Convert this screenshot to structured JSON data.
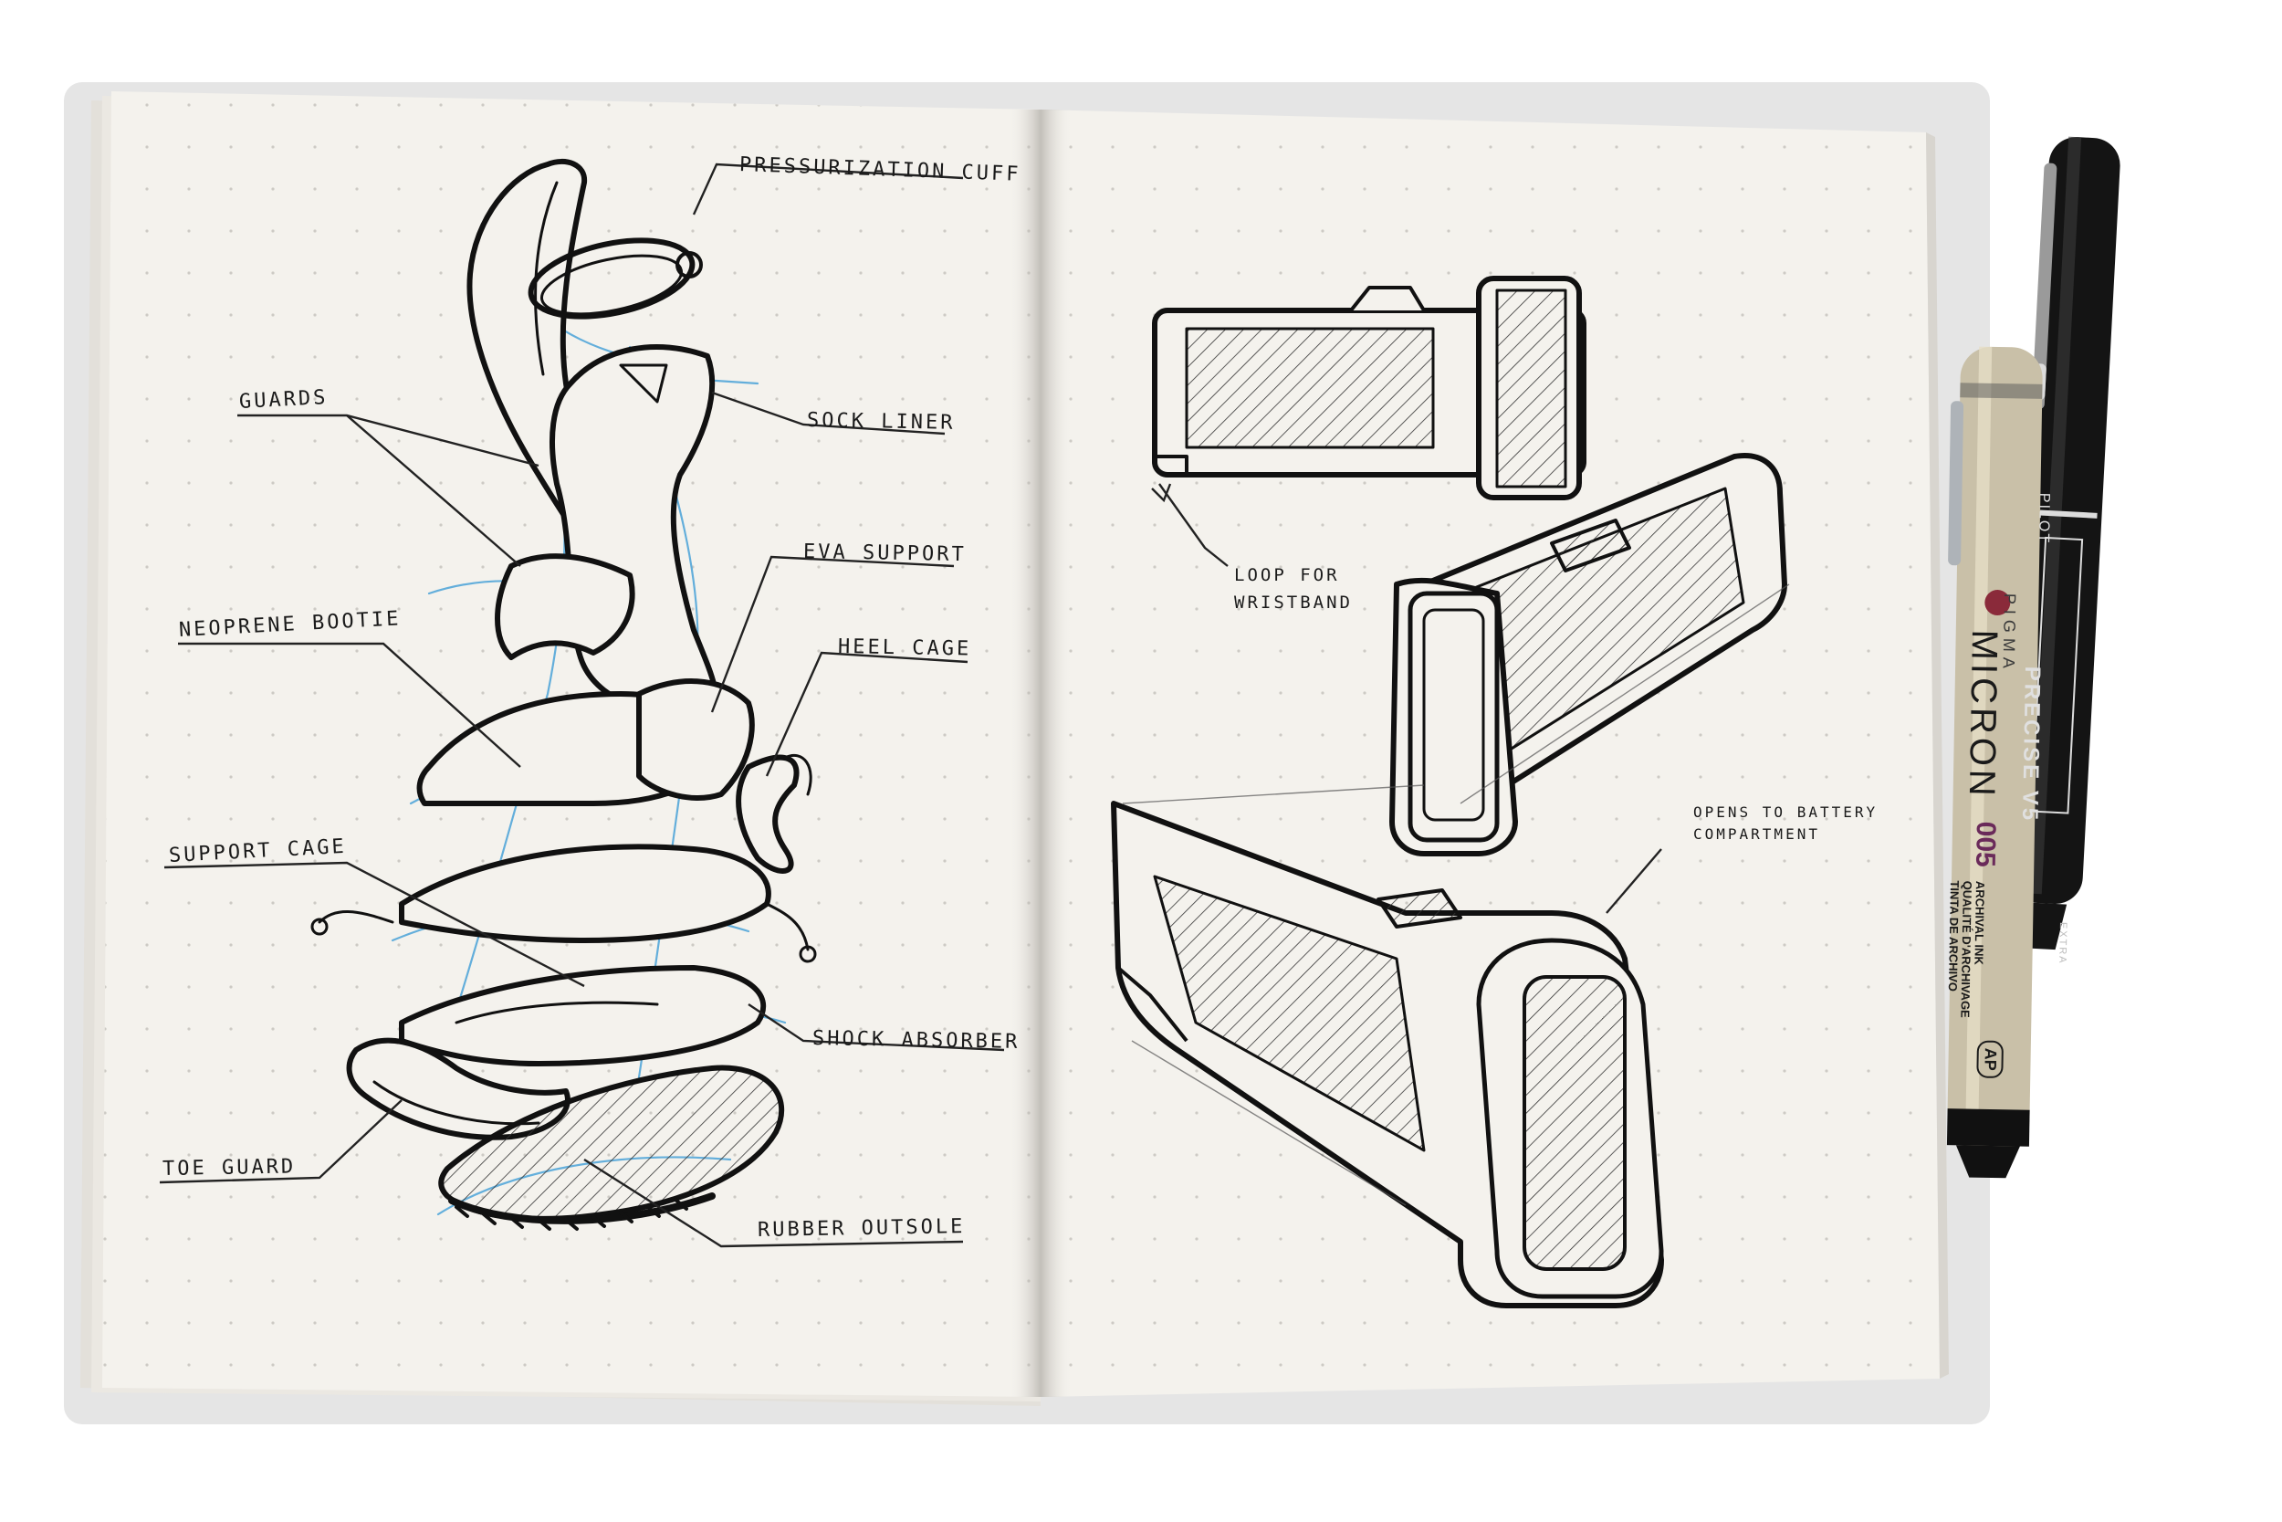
{
  "left_page": {
    "title": "",
    "labels": {
      "pressurization_cuff": "PRESSURIZATION CUFF",
      "guards": "GUARDS",
      "sock_liner": "SOCK LINER",
      "eva_support": "EVA SUPPORT",
      "neoprene_bootie": "NEOPRENE BOOTIE",
      "heel_cage": "HEEL CAGE",
      "support_cage": "SUPPORT CAGE",
      "shock_absorber": "SHOCK ABSORBER",
      "toe_guard": "TOE GUARD",
      "rubber_outsole": "RUBBER OUTSOLE"
    }
  },
  "right_page": {
    "notes": {
      "loop_line1": "LOOP FOR",
      "loop_line2": "WRISTBAND",
      "battery_line1": "OPENS TO BATTERY",
      "battery_line2": "COMPARTMENT"
    }
  },
  "pens": {
    "micron": {
      "brand": "PIGMA",
      "model": "MICRON",
      "size": "005",
      "ink_line1": "ARCHIVAL INK",
      "ink_line2": "QUALITÉ D'ARCHIVAGE",
      "ink_line3": "TINTA DE ARCHIVO",
      "badge": "AP"
    },
    "pilot": {
      "brand": "PILOT",
      "model": "PRECISE V5",
      "detail": "EXTRA"
    }
  },
  "colors": {
    "paper": "#f4f2ed",
    "ink": "#111111",
    "blue_pencil": "#4aa3d8",
    "micron_body": "#c9c0a8",
    "pilot_body": "#141414"
  }
}
